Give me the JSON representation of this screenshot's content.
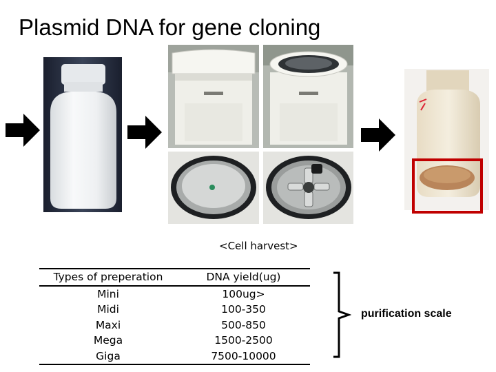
{
  "title": "Plasmid DNA for gene cloning",
  "caption": "<Cell harvest>",
  "table": {
    "headers": [
      "Types of preperation",
      "DNA yield(ug)"
    ],
    "rows": [
      [
        "Mini",
        "100ug>"
      ],
      [
        "Midi",
        "100-350"
      ],
      [
        "Maxi",
        "500-850"
      ],
      [
        "Mega",
        "1500-2500"
      ],
      [
        "Giga",
        "7500-10000"
      ]
    ]
  },
  "brace_label": "purification scale",
  "colors": {
    "arrow": "#000000",
    "highlight_box": "#c00000"
  },
  "images": [
    "culture-bottle",
    "centrifuge-closed",
    "centrifuge-open",
    "centrifuge-rotor-lid",
    "centrifuge-rotor-open",
    "cell-pellet-bottle"
  ]
}
